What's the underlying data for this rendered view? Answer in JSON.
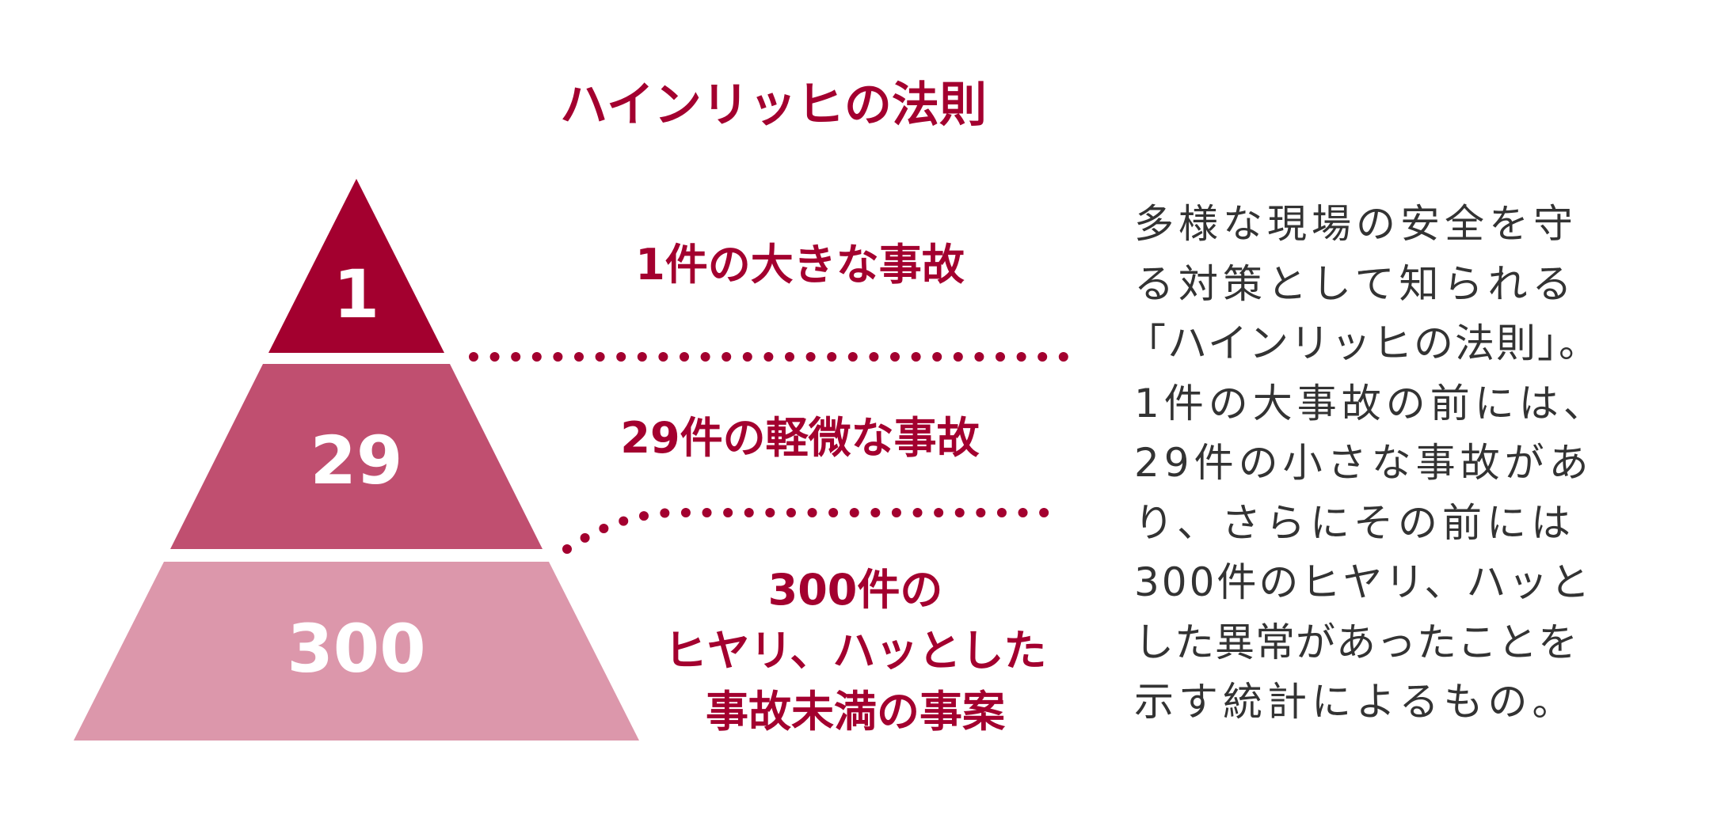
{
  "title": "ハインリッヒの法則",
  "colors": {
    "tier1": "#a3002f",
    "tier2": "#c04f70",
    "tier3": "#dc97ab",
    "accent": "#a3002f",
    "text": "#333333"
  },
  "pyramid": [
    {
      "number": "1",
      "label_lines": [
        "1件の大きな事故"
      ]
    },
    {
      "number": "29",
      "label_lines": [
        "29件の軽微な事故"
      ]
    },
    {
      "number": "300",
      "label_lines": [
        "300件の",
        "ヒヤリ、ハッとした",
        "事故未満の事案"
      ]
    }
  ],
  "description_lines": [
    "多様な現場の安全を守",
    "る対策として知られる",
    "「ハインリッヒの法則」。",
    "1件の大事故の前には、",
    "29件の小さな事故があ",
    "り、さらにその前には",
    "300件のヒヤリ、ハッと",
    "した異常があったことを",
    "示す統計によるもの。"
  ]
}
